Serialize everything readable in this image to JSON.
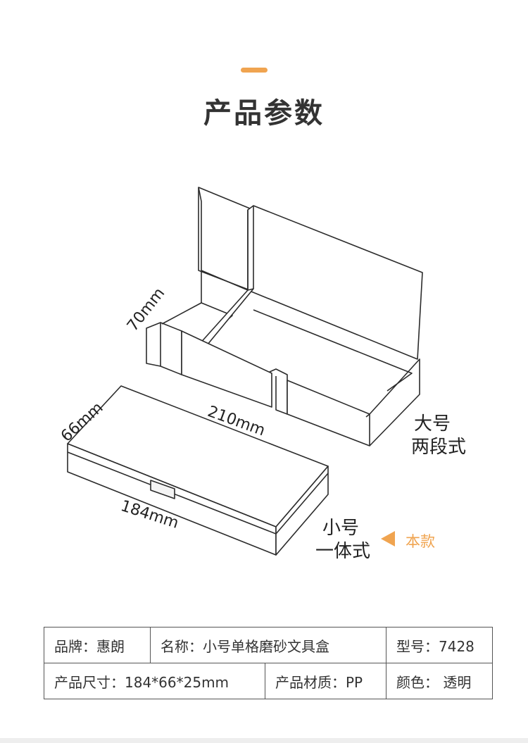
{
  "header": {
    "title": "产品参数",
    "accent_color": "#f0a450"
  },
  "diagram": {
    "large_box": {
      "width_label": "210mm",
      "depth_label": "70mm",
      "name_line1": "大号",
      "name_line2": "两段式"
    },
    "small_box": {
      "width_label": "184mm",
      "depth_label": "66mm",
      "name_line1": "小号",
      "name_line2": "一体式"
    },
    "current_marker": {
      "label": "本款",
      "icon": "left-triangle-icon",
      "color": "#f0a450"
    }
  },
  "specs": {
    "row1": {
      "brand": "品牌：惠朗",
      "name": "名称：小号单格磨砂文具盒",
      "model": "型号：7428"
    },
    "row2": {
      "size": "产品尺寸：184*66*25mm",
      "material": "产品材质：PP",
      "color": "颜色： 透明"
    }
  }
}
